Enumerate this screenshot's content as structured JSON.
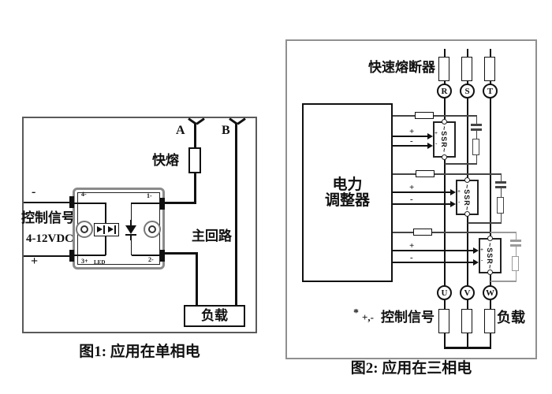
{
  "fig1": {
    "caption": "图1: 应用在单相电",
    "control_signal": "控制信号",
    "voltage": "4-12VDC",
    "minus": "-",
    "plus": "+",
    "fuse": "快熔",
    "main_circuit": "主回路",
    "load": "负载",
    "terminal_a": "A",
    "terminal_b": "B",
    "module": {
      "t_top_left": "4-",
      "t_top_right": "1-",
      "t_bottom_left": "3+",
      "t_bottom_right": "2-",
      "led": "LED"
    }
  },
  "fig2": {
    "caption": "图2: 应用在三相电",
    "fast_fuse": "快速熔断器",
    "regulator_line1": "电力",
    "regulator_line2": "调整器",
    "phases_in": [
      "R",
      "S",
      "T"
    ],
    "phases_out": [
      "U",
      "V",
      "W"
    ],
    "ssr": "~SSR~",
    "plus": "+",
    "minus": "-",
    "note_star": "*",
    "note_pm": "+,-",
    "control_signal": "控制信号",
    "load": "负载"
  },
  "colors": {
    "wire": "#111111",
    "module_frame": "#8a8a8a",
    "snubber_gray": "#9a9a9a"
  }
}
